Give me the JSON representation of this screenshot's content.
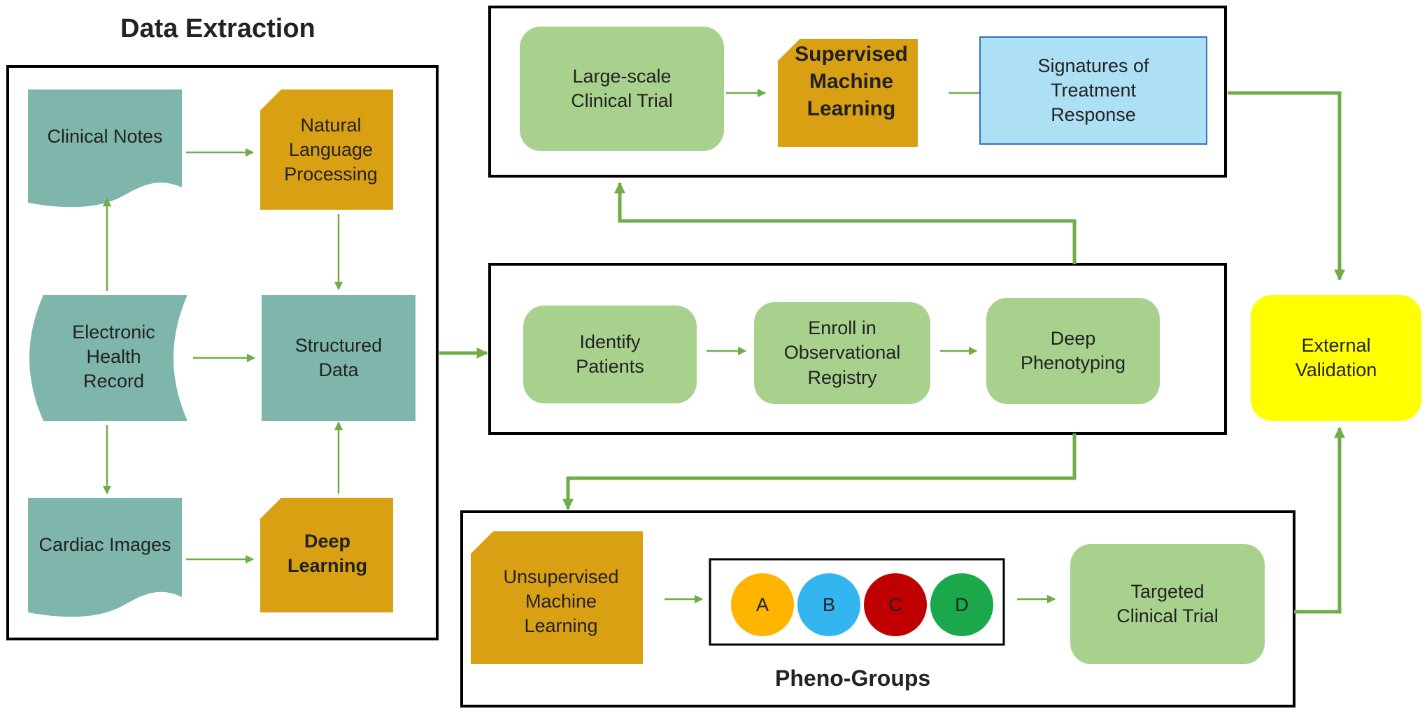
{
  "titles": {
    "data_extraction": "Data Extraction",
    "pheno_groups": "Pheno-Groups"
  },
  "nodes": {
    "clinical_notes": "Clinical Notes",
    "nlp": "Natural\nLanguage\nProcessing",
    "ehr": "Electronic\nHealth\nRecord",
    "structured_data": "Structured\nData",
    "cardiac_images": "Cardiac Images",
    "deep_learning": "Deep\nLearning",
    "large_scale_trial": "Large-scale\nClinical Trial",
    "supervised_ml": "Supervised\nMachine\nLearning",
    "signatures": "Signatures of\nTreatment\nResponse",
    "identify_patients": "Identify\nPatients",
    "enroll_registry": "Enroll in\nObservational\nRegistry",
    "deep_phenotyping": "Deep\nPhenotyping",
    "external_validation": "External\nValidation",
    "unsupervised_ml": "Unsupervised\nMachine\nLearning",
    "targeted_trial": "Targeted\nClinical Trial"
  },
  "groups": [
    "A",
    "B",
    "C",
    "D"
  ],
  "colors": {
    "teal": "#7fb6ac",
    "orange": "#daa014",
    "light_green": "#a9d18e",
    "light_blue": "#aee0f5",
    "yellow": "#ffff00",
    "arrow_green": "#70ad47",
    "group_a": "#ffb400",
    "group_b": "#33b5f0",
    "group_c": "#c00000",
    "group_d": "#1aa84a"
  }
}
